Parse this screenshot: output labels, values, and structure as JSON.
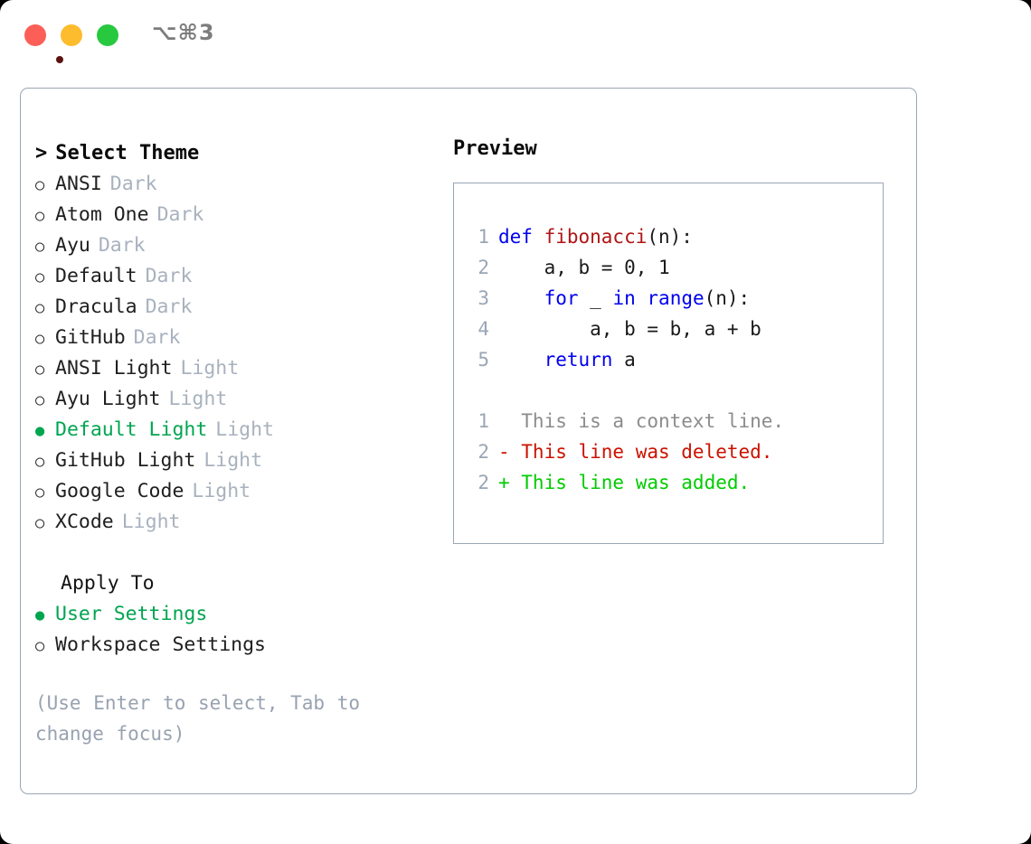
{
  "titlebar": {
    "shortcut": "⌥⌘3",
    "buttons": [
      {
        "name": "close",
        "color": "#FC5F57"
      },
      {
        "name": "minimize",
        "color": "#FDBC2E"
      },
      {
        "name": "maximize",
        "color": "#28C83F"
      }
    ]
  },
  "theme_picker": {
    "caret": ">",
    "title": "Select Theme",
    "items": [
      {
        "marker": "○",
        "name": "ANSI",
        "kind": "Dark",
        "selected": false
      },
      {
        "marker": "○",
        "name": "Atom One",
        "kind": "Dark",
        "selected": false
      },
      {
        "marker": "○",
        "name": "Ayu",
        "kind": "Dark",
        "selected": false
      },
      {
        "marker": "○",
        "name": "Default",
        "kind": "Dark",
        "selected": false
      },
      {
        "marker": "○",
        "name": "Dracula",
        "kind": "Dark",
        "selected": false
      },
      {
        "marker": "○",
        "name": "GitHub",
        "kind": "Dark",
        "selected": false
      },
      {
        "marker": "○",
        "name": "ANSI Light",
        "kind": "Light",
        "selected": false
      },
      {
        "marker": "○",
        "name": "Ayu Light",
        "kind": "Light",
        "selected": false
      },
      {
        "marker": "●",
        "name": "Default Light",
        "kind": "Light",
        "selected": true
      },
      {
        "marker": "○",
        "name": "GitHub Light",
        "kind": "Light",
        "selected": false
      },
      {
        "marker": "○",
        "name": "Google Code",
        "kind": "Light",
        "selected": false
      },
      {
        "marker": "○",
        "name": "XCode",
        "kind": "Light",
        "selected": false
      }
    ]
  },
  "apply_to": {
    "title": "Apply To",
    "options": [
      {
        "marker": "●",
        "label": "User Settings",
        "selected": true
      },
      {
        "marker": "○",
        "label": "Workspace Settings",
        "selected": false
      }
    ]
  },
  "hint": "(Use Enter to select, Tab to change focus)",
  "preview": {
    "title": "Preview",
    "code_lines": [
      {
        "no": "1",
        "tokens": [
          {
            "t": "def ",
            "c": "kw"
          },
          {
            "t": "fibonacci",
            "c": "fn"
          },
          {
            "t": "(n):",
            "c": "plain"
          }
        ]
      },
      {
        "no": "2",
        "tokens": [
          {
            "t": "    a, b = 0, 1",
            "c": "plain"
          }
        ]
      },
      {
        "no": "3",
        "tokens": [
          {
            "t": "    ",
            "c": "plain"
          },
          {
            "t": "for",
            "c": "kw"
          },
          {
            "t": " _ ",
            "c": "plain"
          },
          {
            "t": "in",
            "c": "kw"
          },
          {
            "t": " ",
            "c": "plain"
          },
          {
            "t": "range",
            "c": "kw"
          },
          {
            "t": "(n):",
            "c": "plain"
          }
        ]
      },
      {
        "no": "4",
        "tokens": [
          {
            "t": "        a, b = b, a + b",
            "c": "plain"
          }
        ]
      },
      {
        "no": "5",
        "tokens": [
          {
            "t": "    ",
            "c": "plain"
          },
          {
            "t": "return",
            "c": "kw"
          },
          {
            "t": " a",
            "c": "plain"
          }
        ]
      }
    ],
    "diff_lines": [
      {
        "no": "1",
        "text": "  This is a context line.",
        "c": "ctx"
      },
      {
        "no": "2",
        "text": "- This line was deleted.",
        "c": "del"
      },
      {
        "no": "2",
        "text": "+ This line was added.",
        "c": "add"
      }
    ]
  },
  "colors": {
    "accent_green": "#00A550",
    "muted_gray": "#A8B2BE",
    "border": "#9AA6B5",
    "keyword_blue": "#0000EE",
    "function_red": "#B01414",
    "diff_deleted": "#CC1100",
    "diff_added": "#00CC00"
  }
}
